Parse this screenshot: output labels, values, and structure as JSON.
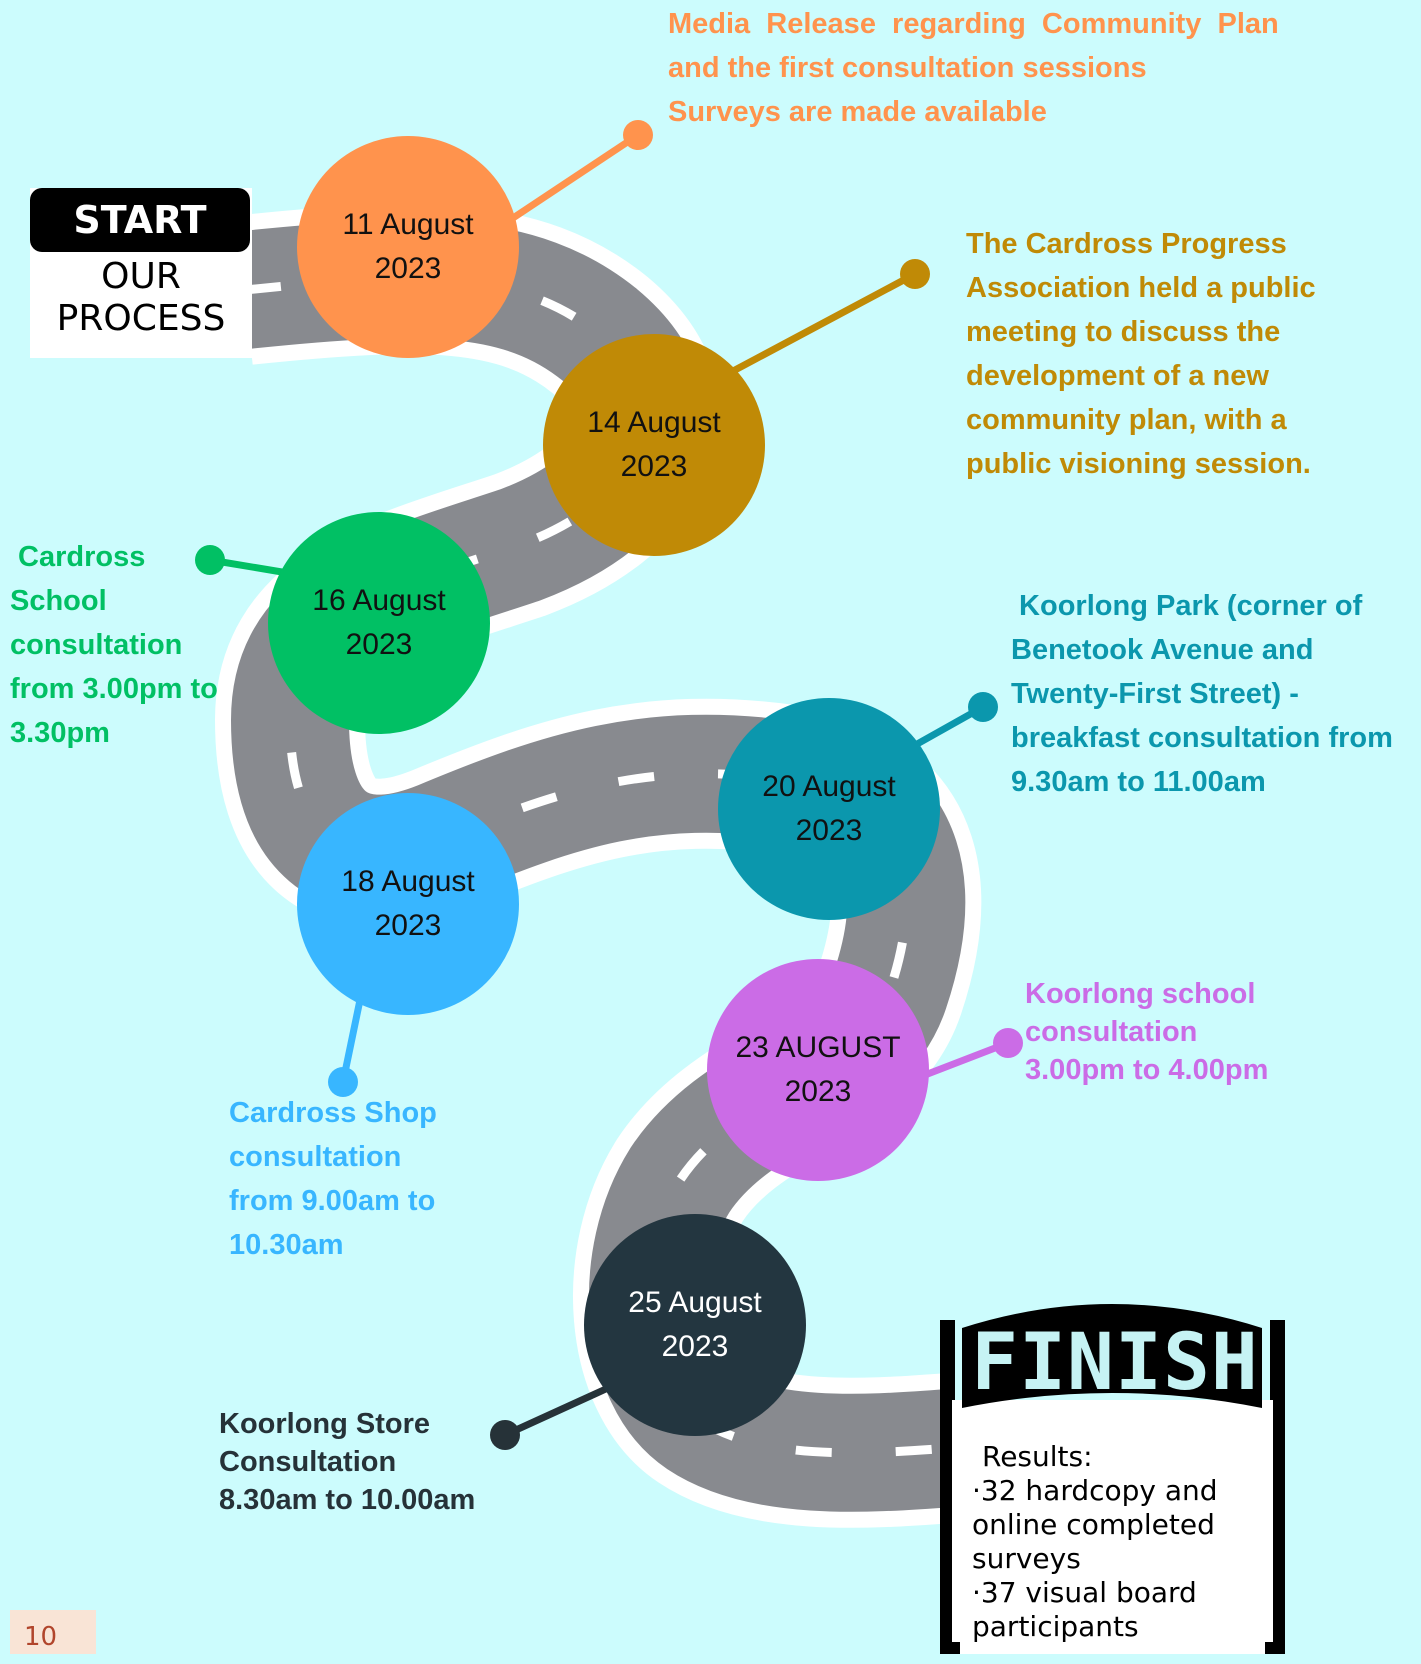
{
  "start": {
    "title": "START",
    "subtitle_line1": "OUR",
    "subtitle_line2": "PROCESS"
  },
  "milestones": [
    {
      "date_line1": "11 August",
      "date_line2": "2023",
      "color": "#ff934d",
      "text_color": "#111111",
      "description_lines": [
        "Media  Release  regarding  Community  Plan",
        "and the first consultation sessions",
        "Surveys are made available"
      ],
      "description_color": "#ff934d"
    },
    {
      "date_line1": "14 August",
      "date_line2": "2023",
      "color": "#c08a06",
      "text_color": "#111111",
      "description_lines": [
        "The Cardross Progress",
        "Association held a public",
        "meeting to discuss the",
        "development of a new",
        "community plan, with a",
        "public visioning session."
      ],
      "description_color": "#c08a06"
    },
    {
      "date_line1": "16 August",
      "date_line2": "2023",
      "color": "#01c064",
      "text_color": "#111111",
      "description_lines": [
        " Cardross",
        "School",
        "consultation",
        "from 3.00pm to",
        "3.30pm"
      ],
      "description_color": "#01c064"
    },
    {
      "date_line1": "18 August",
      "date_line2": "2023",
      "color": "#38b6ff",
      "text_color": "#111111",
      "description_lines": [
        "Cardross Shop",
        "consultation",
        "from 9.00am to",
        "10.30am"
      ],
      "description_color": "#38b6ff"
    },
    {
      "date_line1": "20 August",
      "date_line2": "2023",
      "color": "#0b97ad",
      "text_color": "#111111",
      "description_lines": [
        " Koorlong Park (corner of",
        "Benetook Avenue and",
        "Twenty-First Street) -",
        "breakfast consultation from",
        "9.30am to 11.00am"
      ],
      "description_color": "#0b97ad"
    },
    {
      "date_line1": "23 AUGUST",
      "date_line2": "2023",
      "color": "#cb6ce6",
      "text_color": "#111111",
      "description_lines": [
        "Koorlong school",
        "consultation",
        "3.00pm to 4.00pm"
      ],
      "description_color": "#cb6ce6"
    },
    {
      "date_line1": "25 August",
      "date_line2": "2023",
      "color": "#233640",
      "text_color": "#ffffff",
      "description_lines": [
        "Koorlong Store",
        "Consultation",
        "8.30am to 10.00am"
      ],
      "description_color": "#263238"
    }
  ],
  "finish": {
    "title": "FINISH",
    "results_lines": [
      "Results:",
      "·32 hardcopy and",
      "online completed",
      "surveys",
      "·37 visual board",
      "participants"
    ]
  },
  "page_number": "10",
  "colors": {
    "background": "#ccfcfd",
    "road": "#888a8f",
    "road_edge": "#ffffff",
    "sign": "#000000"
  }
}
